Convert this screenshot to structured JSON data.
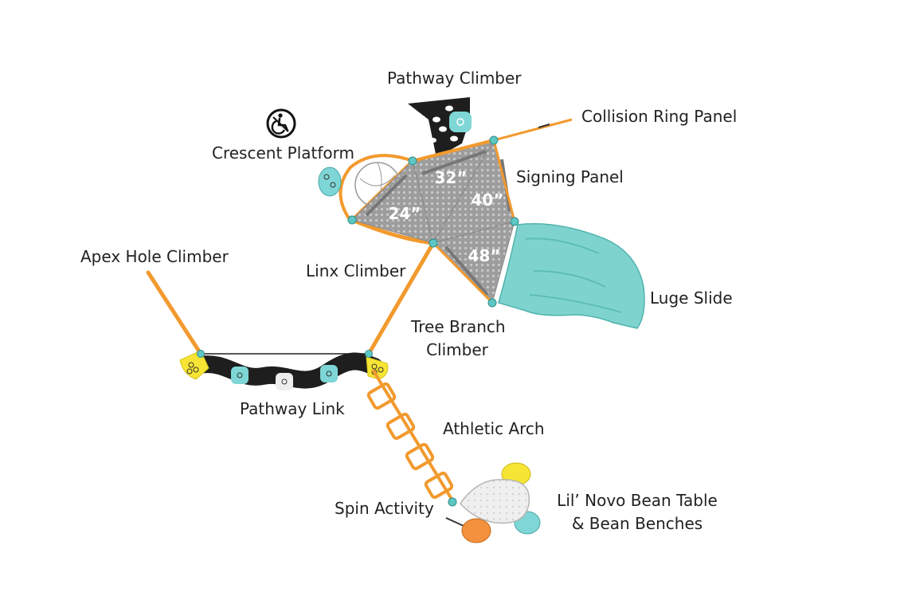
{
  "labels": {
    "pathway_climber": "Pathway Climber",
    "collision_ring_panel": "Collision Ring Panel",
    "crescent_platform": "Crescent Platform",
    "signing_panel": "Signing Panel",
    "apex_hole_climber": "Apex Hole Climber",
    "linx_climber": "Linx Climber",
    "luge_slide": "Luge Slide",
    "tree_branch_climber_1": "Tree Branch",
    "tree_branch_climber_2": "Climber",
    "pathway_link": "Pathway Link",
    "athletic_arch": "Athletic Arch",
    "spin_activity": "Spin Activity",
    "bean_table_1": "Lil’ Novo Bean Table",
    "bean_table_2": "& Bean Benches"
  },
  "deck_heights": [
    "24”",
    "32”",
    "40”",
    "48”"
  ],
  "icons": [
    "accessibility-icon"
  ],
  "colors": {
    "frame_orange": "#f29a2e",
    "connector_teal": "#5ec7c4",
    "deck_gray": "#9a9a9a",
    "slide_teal": "#7fd3cf",
    "panel_black": "#1e1e1e",
    "hold_yellow": "#f6e534",
    "hold_teal": "#7fd6d6",
    "bench_orange": "#f3913c"
  }
}
